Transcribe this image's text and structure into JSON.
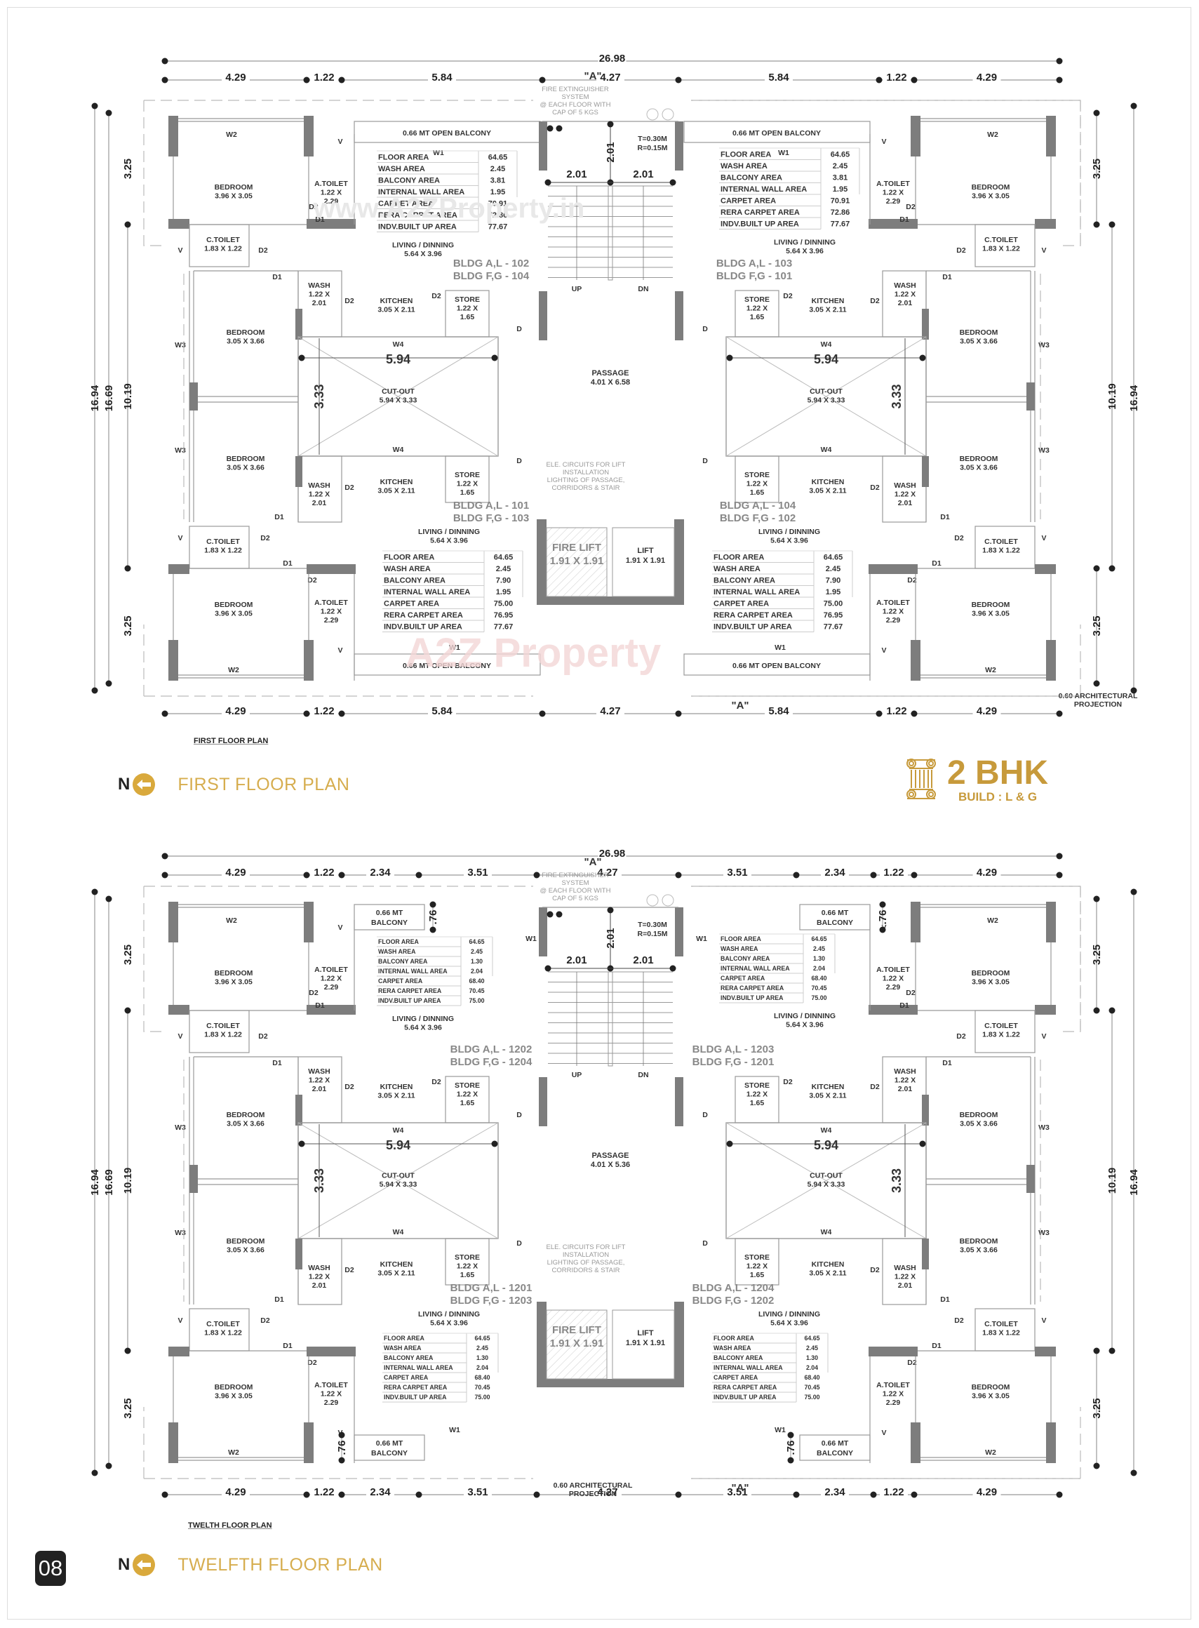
{
  "page": {
    "number": "08",
    "watermark_top": "www.A2ZProperty.in",
    "watermark_mid": "A2Z Property"
  },
  "brand": {
    "bhk": "2 BHK",
    "build": "BUILD : L & G",
    "accent": "#c79a3b",
    "title_color": "#d6ad4e"
  },
  "colors": {
    "wall_fill": "#7a7a7a",
    "line": "#888888",
    "text": "#333333"
  },
  "first_floor": {
    "small_title": "FIRST FLOOR PLAN",
    "big_title": "FIRST FLOOR PLAN",
    "north": "N",
    "overall_width": "26.98",
    "top_dims": [
      "4.29",
      "1.22",
      "5.84",
      "4.27",
      "5.84",
      "1.22",
      "4.29"
    ],
    "bottom_dims": [
      "4.29",
      "1.22",
      "5.84",
      "4.27",
      "5.84",
      "1.22",
      "4.29"
    ],
    "left_dims": {
      "outer": "16.94",
      "mid": "16.69",
      "inner": "10.19",
      "top_bed": "3.25",
      "bottom_bed": "3.25"
    },
    "right_dims": {
      "outer": "16.94",
      "inner": "10.19",
      "top_bed": "3.25",
      "bottom_bed": "3.25"
    },
    "section_mark": "\"A\"",
    "fire_note": [
      "FIRE EXTINGUISHER",
      "SYSTEM",
      "@ EACH FLOOR WITH",
      "CAP OF 5 KGS"
    ],
    "stair": {
      "tread": "T=0.30M",
      "riser": "R=0.15M",
      "dim_v": "2.01",
      "dim_left": "2.01",
      "dim_right": "2.01",
      "up": "UP",
      "dn": "DN"
    },
    "passage": {
      "name": "PASSAGE",
      "size": "4.01 X 6.58"
    },
    "lift_note": [
      "ELE. CIRCUITS FOR LIFT",
      "INSTALLATION",
      "LIGHTING OF PASSAGE,",
      "CORRIDORS & STAIR"
    ],
    "fire_lift": {
      "name": "FIRE LIFT",
      "size": "1.91 X 1.91"
    },
    "lift": {
      "name": "LIFT",
      "size": "1.91 X 1.91"
    },
    "projection_note": [
      "0.60 ARCHITECTURAL",
      "PROJECTION"
    ],
    "cutout": {
      "name": "CUT-OUT",
      "size": "5.94 X 3.33",
      "w": "5.94",
      "h": "3.33"
    },
    "balcony_label": "0.66 MT OPEN BALCONY",
    "rooms": {
      "bedroom_master": {
        "name": "BEDROOM",
        "size": "3.96 X 3.05"
      },
      "bedroom": {
        "name": "BEDROOM",
        "size": "3.05 X 3.66"
      },
      "a_toilet": {
        "name": "A.TOILET",
        "size_a": "1.22 X",
        "size_b": "2.29"
      },
      "c_toilet": {
        "name": "C.TOILET",
        "size": "1.83 X 1.22"
      },
      "wash": {
        "name": "WASH",
        "size_a": "1.22 X",
        "size_b": "2.01"
      },
      "kitchen": {
        "name": "KITCHEN",
        "size": "3.05 X 2.11"
      },
      "store": {
        "name": "STORE",
        "size_a": "1.22 X",
        "size_b": "1.65"
      },
      "living": {
        "name": "LIVING / DINNING",
        "size": "5.64 X 3.96"
      }
    },
    "units": [
      {
        "pos": "top-left",
        "bldg1": "BLDG A,L - 102",
        "bldg2": "BLDG F,G - 104",
        "areas": [
          [
            "FLOOR AREA",
            "64.65"
          ],
          [
            "WASH AREA",
            "2.45"
          ],
          [
            "BALCONY AREA",
            "3.81"
          ],
          [
            "INTERNAL WALL AREA",
            "1.95"
          ],
          [
            "CARPET AREA",
            "70.91"
          ],
          [
            "RERA CARPET AREA",
            "72.86"
          ],
          [
            "INDV.BUILT UP AREA",
            "77.67"
          ]
        ]
      },
      {
        "pos": "top-right",
        "bldg1": "BLDG A,L - 103",
        "bldg2": "BLDG F,G - 101",
        "areas": [
          [
            "FLOOR AREA",
            "64.65"
          ],
          [
            "WASH AREA",
            "2.45"
          ],
          [
            "BALCONY AREA",
            "3.81"
          ],
          [
            "INTERNAL WALL AREA",
            "1.95"
          ],
          [
            "CARPET AREA",
            "70.91"
          ],
          [
            "RERA CARPET AREA",
            "72.86"
          ],
          [
            "INDV.BUILT UP AREA",
            "77.67"
          ]
        ]
      },
      {
        "pos": "bottom-left",
        "bldg1": "BLDG A,L - 101",
        "bldg2": "BLDG F,G - 103",
        "areas": [
          [
            "FLOOR AREA",
            "64.65"
          ],
          [
            "WASH AREA",
            "2.45"
          ],
          [
            "BALCONY AREA",
            "7.90"
          ],
          [
            "INTERNAL WALL AREA",
            "1.95"
          ],
          [
            "CARPET AREA",
            "75.00"
          ],
          [
            "RERA CARPET AREA",
            "76.95"
          ],
          [
            "INDV.BUILT UP AREA",
            "77.67"
          ]
        ]
      },
      {
        "pos": "bottom-right",
        "bldg1": "BLDG A,L - 104",
        "bldg2": "BLDG F,G - 102",
        "areas": [
          [
            "FLOOR AREA",
            "64.65"
          ],
          [
            "WASH AREA",
            "2.45"
          ],
          [
            "BALCONY AREA",
            "7.90"
          ],
          [
            "INTERNAL WALL AREA",
            "1.95"
          ],
          [
            "CARPET AREA",
            "75.00"
          ],
          [
            "RERA CARPET AREA",
            "76.95"
          ],
          [
            "INDV.BUILT UP AREA",
            "77.67"
          ]
        ]
      }
    ]
  },
  "twelfth_floor": {
    "small_title": "TWELTH FLOOR PLAN",
    "big_title": "TWELFTH FLOOR PLAN",
    "north": "N",
    "overall_width": "26.98",
    "top_dims": [
      "4.29",
      "1.22",
      "2.34",
      "3.51",
      "4.27",
      "3.51",
      "2.34",
      "1.22",
      "4.29"
    ],
    "bottom_dims": [
      "4.29",
      "1.22",
      "2.34",
      "3.51",
      "4.27",
      "3.51",
      "2.34",
      "1.22",
      "4.29"
    ],
    "left_dims": {
      "outer": "16.94",
      "mid": "16.69",
      "inner": "10.19",
      "top_bed": "3.25",
      "bottom_bed": "3.25"
    },
    "right_dims": {
      "outer": "16.94",
      "inner": "10.19",
      "top_bed": "3.25",
      "bottom_bed": "3.25"
    },
    "section_mark": "\"A\"",
    "fire_note": [
      "FIRE EXTINGUISHER",
      "SYSTEM",
      "@ EACH FLOOR WITH",
      "CAP OF 5 KGS"
    ],
    "stair": {
      "tread": "T=0.30M",
      "riser": "R=0.15M",
      "dim_v": "2.01",
      "dim_left": "2.01",
      "dim_right": "2.01",
      "up": "UP",
      "dn": "DN"
    },
    "passage": {
      "name": "PASSAGE",
      "size": "4.01 X 5.36"
    },
    "lift_note": [
      "ELE. CIRCUITS FOR LIFT",
      "INSTALLATION",
      "LIGHTING OF PASSAGE,",
      "CORRIDORS & STAIR"
    ],
    "fire_lift": {
      "name": "FIRE LIFT",
      "size": "1.91 X 1.91"
    },
    "lift": {
      "name": "LIFT",
      "size": "1.91 X 1.91"
    },
    "projection_note": [
      "0.60 ARCHITECTURAL",
      "PROJECTION"
    ],
    "cutout": {
      "name": "CUT-OUT",
      "size": "5.94 X 3.33",
      "w": "5.94",
      "h": "3.33"
    },
    "balcony_label": [
      "0.66 MT",
      "BALCONY"
    ],
    "balcony_dim": ".76",
    "rooms": {
      "bedroom_master": {
        "name": "BEDROOM",
        "size": "3.96 X 3.05"
      },
      "bedroom": {
        "name": "BEDROOM",
        "size": "3.05 X 3.66"
      },
      "a_toilet": {
        "name": "A.TOILET",
        "size_a": "1.22 X",
        "size_b": "2.29"
      },
      "c_toilet": {
        "name": "C.TOILET",
        "size": "1.83 X 1.22"
      },
      "wash": {
        "name": "WASH",
        "size_a": "1.22 X",
        "size_b": "2.01"
      },
      "kitchen": {
        "name": "KITCHEN",
        "size": "3.05 X 2.11"
      },
      "store": {
        "name": "STORE",
        "size_a": "1.22 X",
        "size_b": "1.65"
      },
      "living": {
        "name": "LIVING / DINNING",
        "size": "5.64 X 3.96"
      }
    },
    "units": [
      {
        "pos": "top-left",
        "bldg1": "BLDG A,L - 1202",
        "bldg2": "BLDG F,G - 1204",
        "areas": [
          [
            "FLOOR AREA",
            "64.65"
          ],
          [
            "WASH AREA",
            "2.45"
          ],
          [
            "BALCONY AREA",
            "1.30"
          ],
          [
            "INTERNAL WALL AREA",
            "2.04"
          ],
          [
            "CARPET AREA",
            "68.40"
          ],
          [
            "RERA CARPET AREA",
            "70.45"
          ],
          [
            "INDV.BUILT UP AREA",
            "75.00"
          ]
        ]
      },
      {
        "pos": "top-right",
        "bldg1": "BLDG A,L - 1203",
        "bldg2": "BLDG F,G - 1201",
        "areas": [
          [
            "FLOOR AREA",
            "64.65"
          ],
          [
            "WASH AREA",
            "2.45"
          ],
          [
            "BALCONY AREA",
            "1.30"
          ],
          [
            "INTERNAL WALL AREA",
            "2.04"
          ],
          [
            "CARPET AREA",
            "68.40"
          ],
          [
            "RERA CARPET AREA",
            "70.45"
          ],
          [
            "INDV.BUILT UP AREA",
            "75.00"
          ]
        ]
      },
      {
        "pos": "bottom-left",
        "bldg1": "BLDG A,L - 1201",
        "bldg2": "BLDG F,G - 1203",
        "areas": [
          [
            "FLOOR AREA",
            "64.65"
          ],
          [
            "WASH AREA",
            "2.45"
          ],
          [
            "BALCONY AREA",
            "1.30"
          ],
          [
            "INTERNAL WALL AREA",
            "2.04"
          ],
          [
            "CARPET AREA",
            "68.40"
          ],
          [
            "RERA CARPET AREA",
            "70.45"
          ],
          [
            "INDV.BUILT UP AREA",
            "75.00"
          ]
        ]
      },
      {
        "pos": "bottom-right",
        "bldg1": "BLDG A,L - 1204",
        "bldg2": "BLDG F,G - 1202",
        "areas": [
          [
            "FLOOR AREA",
            "64.65"
          ],
          [
            "WASH AREA",
            "2.45"
          ],
          [
            "BALCONY AREA",
            "1.30"
          ],
          [
            "INTERNAL WALL AREA",
            "2.04"
          ],
          [
            "CARPET AREA",
            "68.40"
          ],
          [
            "RERA CARPET AREA",
            "70.45"
          ],
          [
            "INDV.BUILT UP AREA",
            "75.00"
          ]
        ]
      }
    ]
  },
  "labels": {
    "w1": "W1",
    "w2": "W2",
    "w3": "W3",
    "w4": "W4",
    "d": "D",
    "d1": "D1",
    "d2": "D2",
    "v": "V"
  }
}
